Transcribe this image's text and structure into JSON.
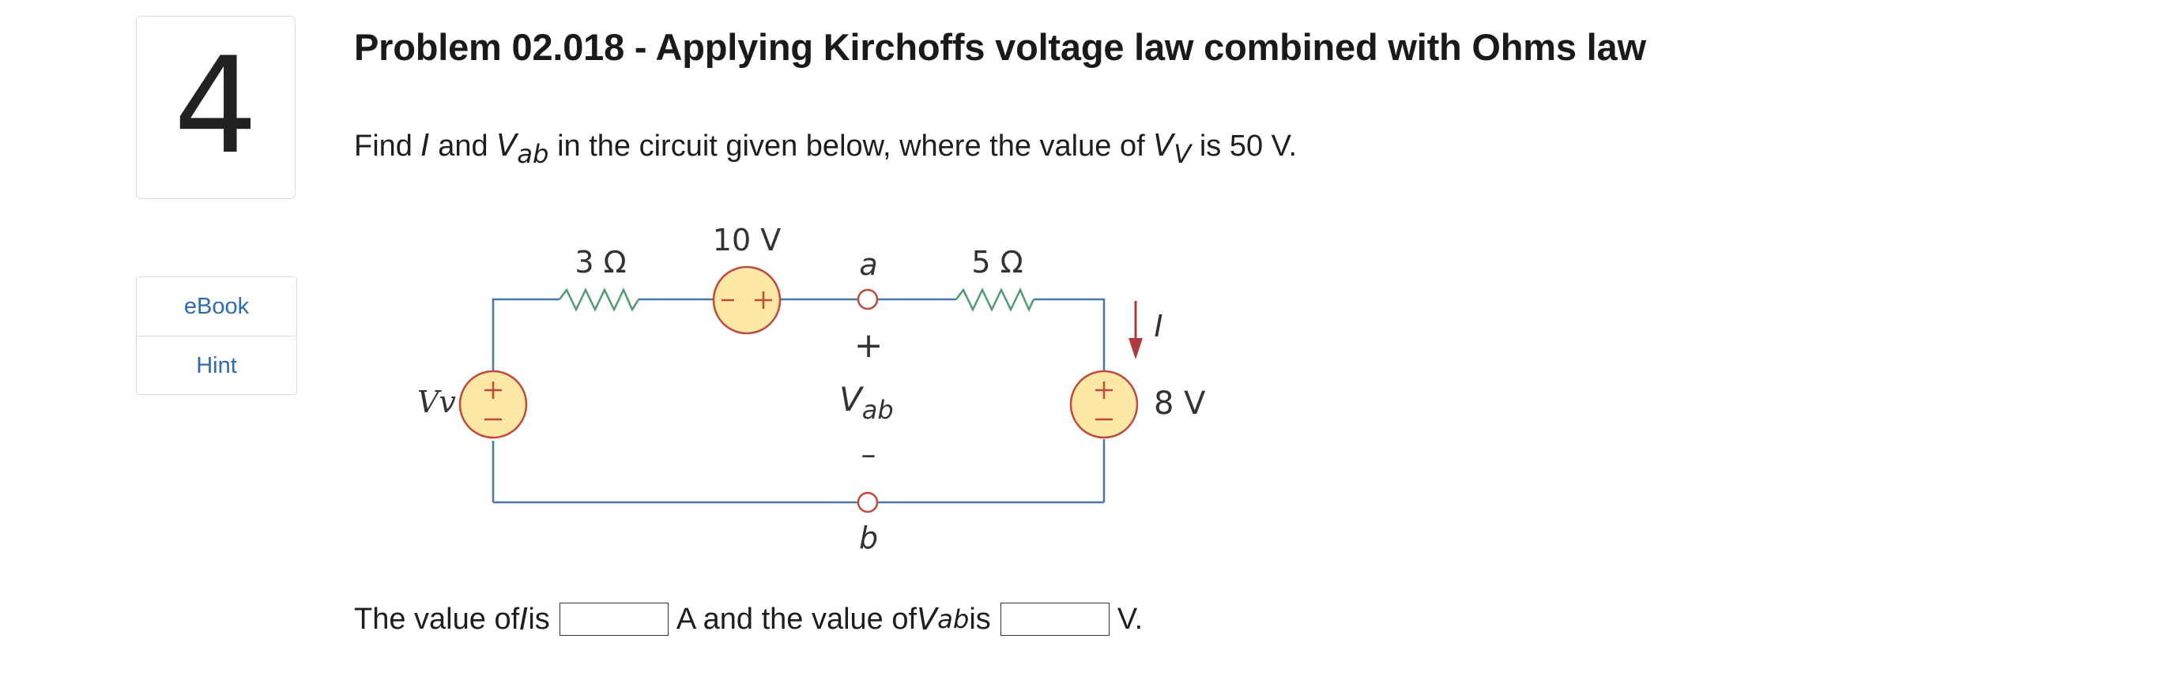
{
  "question": {
    "number": "4"
  },
  "side_links": [
    {
      "label": "eBook"
    },
    {
      "label": "Hint"
    }
  ],
  "problem": {
    "title": "Problem 02.018 - Applying Kirchoffs voltage law combined with Ohms law",
    "statement": {
      "prefix": "Find ",
      "var_i": "I",
      "and": " and ",
      "var_v": "V",
      "var_v_sub": "ab",
      "middle": " in the circuit given below, where the value of ",
      "var_vv": "V",
      "var_vv_sub": "V",
      "suffix": " is 50 V."
    }
  },
  "circuit": {
    "r1_label": "3 Ω",
    "src_top_label": "10 V",
    "node_a_label": "a",
    "r2_label": "5 Ω",
    "current_label": "I",
    "src_right_label": "8 V",
    "src_left_label": "Vv",
    "plus_label": "+",
    "minus_label": "–",
    "vab_label": "V",
    "vab_sub": "ab",
    "node_b_label": "b"
  },
  "answer": {
    "part1": "The value of ",
    "var_i": "I",
    "part2": " is",
    "input1_value": "",
    "part3": "A and the value of ",
    "var_v": "V",
    "var_v_sub": "ab",
    "part4": " is",
    "input2_value": "",
    "part5": "V."
  },
  "colors": {
    "wire": "#4f75a3",
    "resistor": "#4e9a72",
    "source_fill": "#fde8a6",
    "source_stroke": "#c0483c",
    "current_arrow": "#b03a3a",
    "link": "#2d6bb0"
  }
}
